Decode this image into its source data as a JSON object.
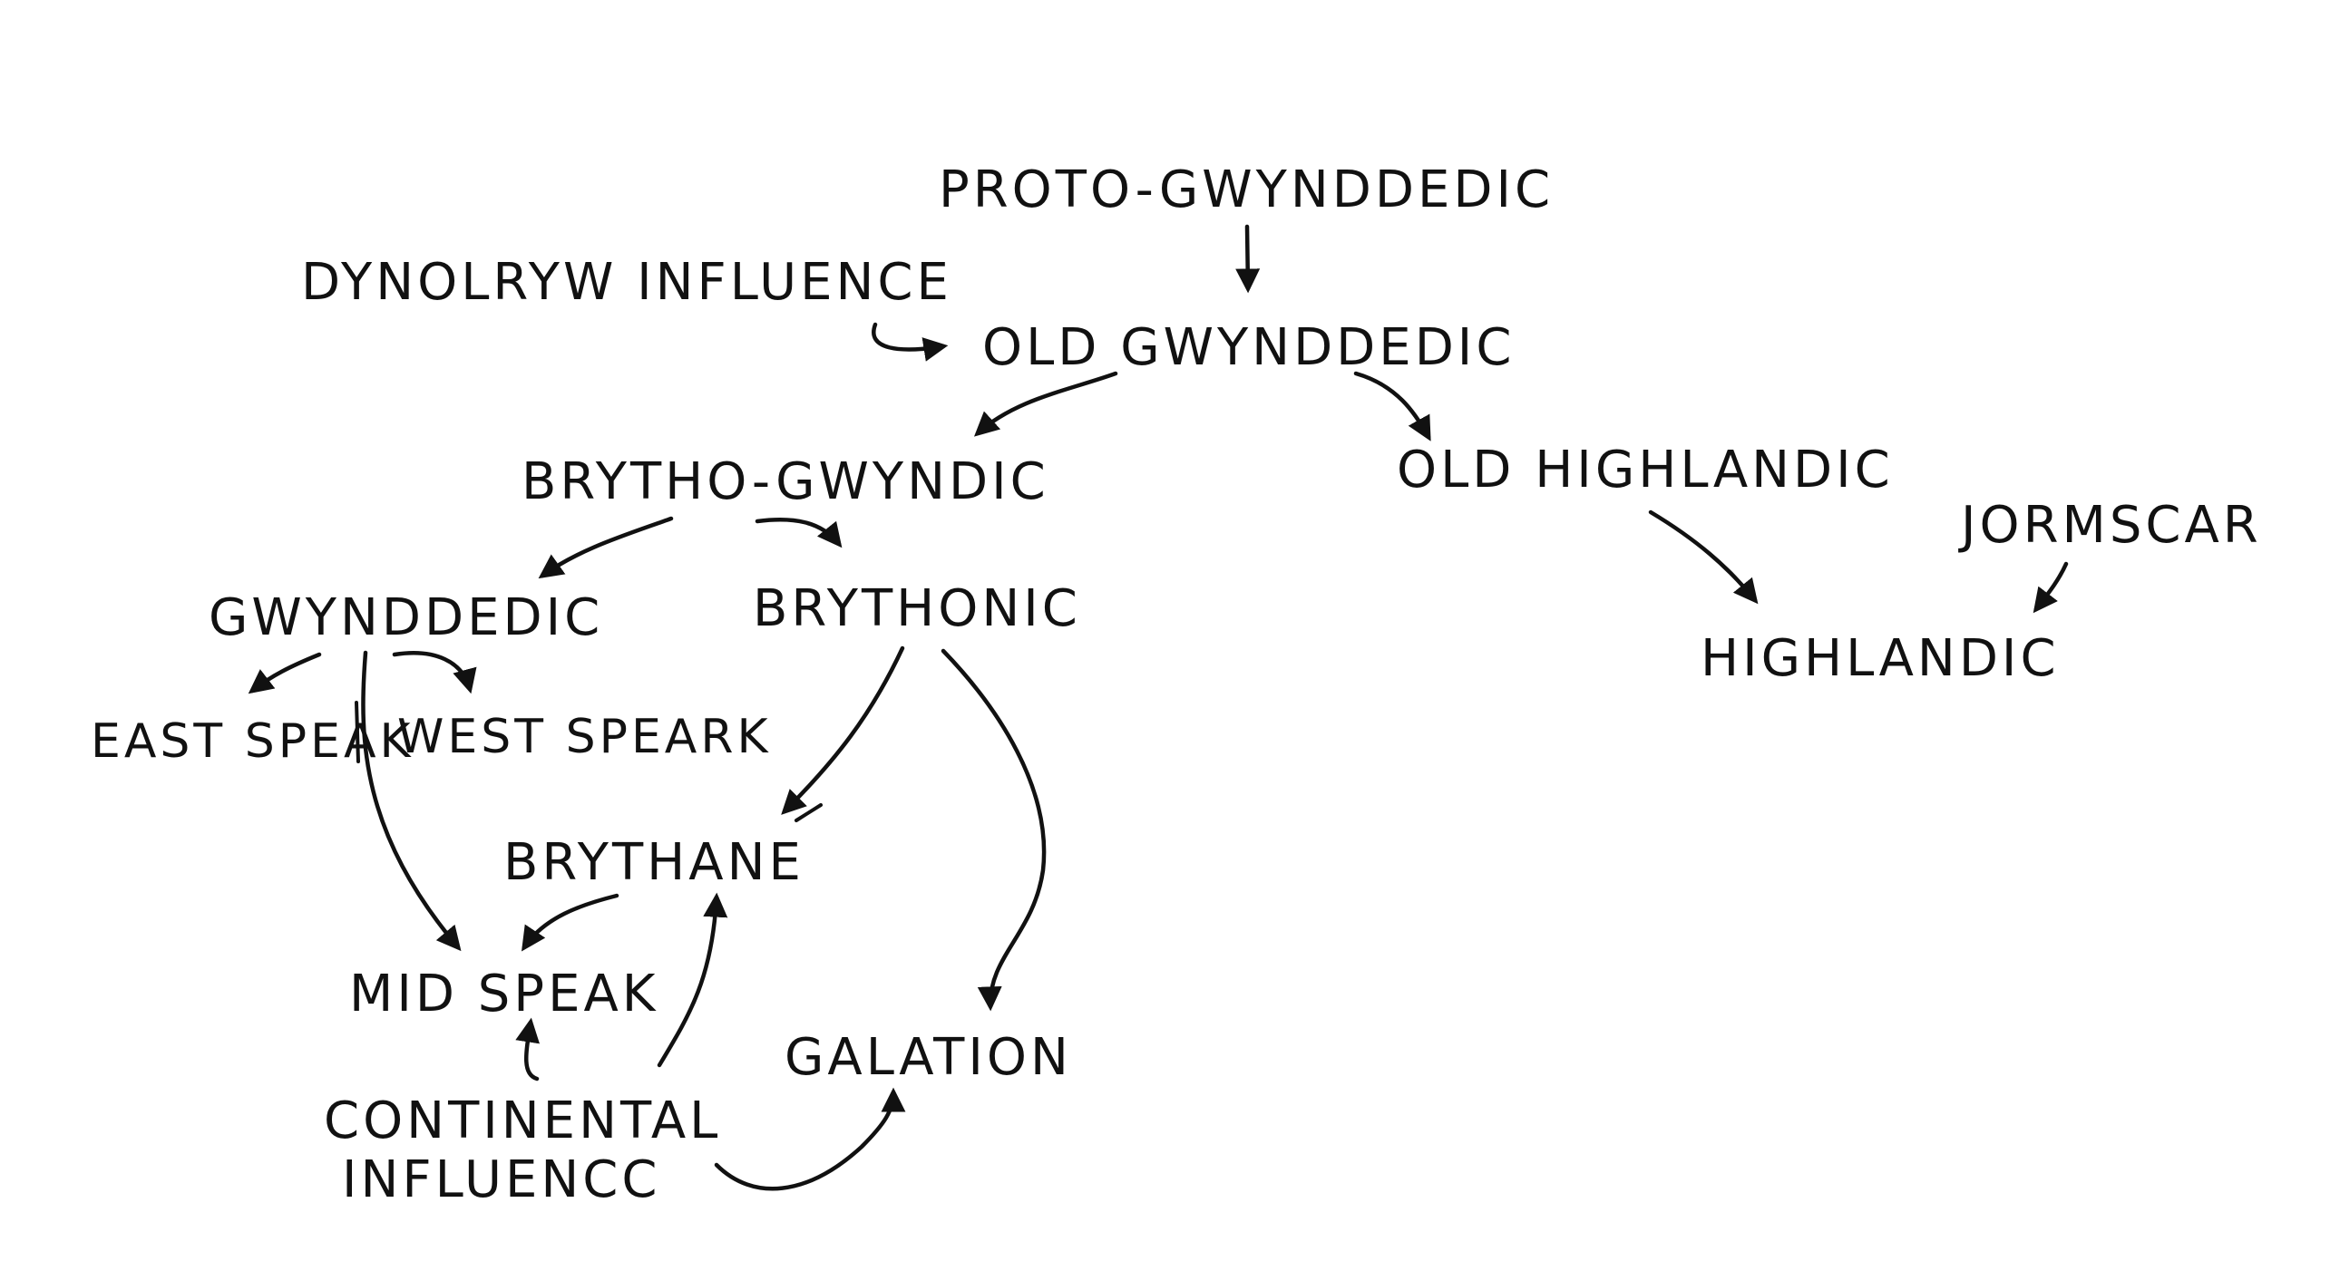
{
  "nodes": [
    {
      "id": "proto",
      "label": "PROTO-GWYNDDEDIC"
    },
    {
      "id": "dynolryw",
      "label": "DYNOLRYW INFLUENCE"
    },
    {
      "id": "old_gwyn",
      "label": "OLD GWYNDDEDIC"
    },
    {
      "id": "brytho",
      "label": "BRYTHO-GWYNDIC"
    },
    {
      "id": "old_high",
      "label": "OLD HIGHLANDIC"
    },
    {
      "id": "jormscar",
      "label": "JORMSCAR"
    },
    {
      "id": "gwynddedic",
      "label": "GWYNDDEDIC"
    },
    {
      "id": "brythonic",
      "label": "BRYTHONIC"
    },
    {
      "id": "highlandic",
      "label": "HIGHLANDIC"
    },
    {
      "id": "east",
      "label": "EAST SPEAK"
    },
    {
      "id": "west",
      "label": "WEST SPEARK"
    },
    {
      "id": "brythane",
      "label": "BRYTHANE"
    },
    {
      "id": "mid",
      "label": "MID SPEAK"
    },
    {
      "id": "galation",
      "label": "GALATION"
    },
    {
      "id": "cont1",
      "label": "CONTINENTAL"
    },
    {
      "id": "cont2",
      "label": "INFLUENCC"
    }
  ],
  "edges": [
    {
      "from": "proto",
      "to": "old_gwyn"
    },
    {
      "from": "dynolryw",
      "to": "old_gwyn"
    },
    {
      "from": "old_gwyn",
      "to": "brytho"
    },
    {
      "from": "old_gwyn",
      "to": "old_high"
    },
    {
      "from": "old_high",
      "to": "highlandic"
    },
    {
      "from": "jormscar",
      "to": "highlandic"
    },
    {
      "from": "brytho",
      "to": "gwynddedic"
    },
    {
      "from": "brytho",
      "to": "brythonic"
    },
    {
      "from": "gwynddedic",
      "to": "east"
    },
    {
      "from": "gwynddedic",
      "to": "west"
    },
    {
      "from": "gwynddedic",
      "to": "mid"
    },
    {
      "from": "brythonic",
      "to": "brythane"
    },
    {
      "from": "brythonic",
      "to": "galation"
    },
    {
      "from": "brythane",
      "to": "mid"
    },
    {
      "from": "continental",
      "to": "brythane"
    },
    {
      "from": "continental",
      "to": "mid"
    },
    {
      "from": "continental",
      "to": "galation"
    }
  ]
}
